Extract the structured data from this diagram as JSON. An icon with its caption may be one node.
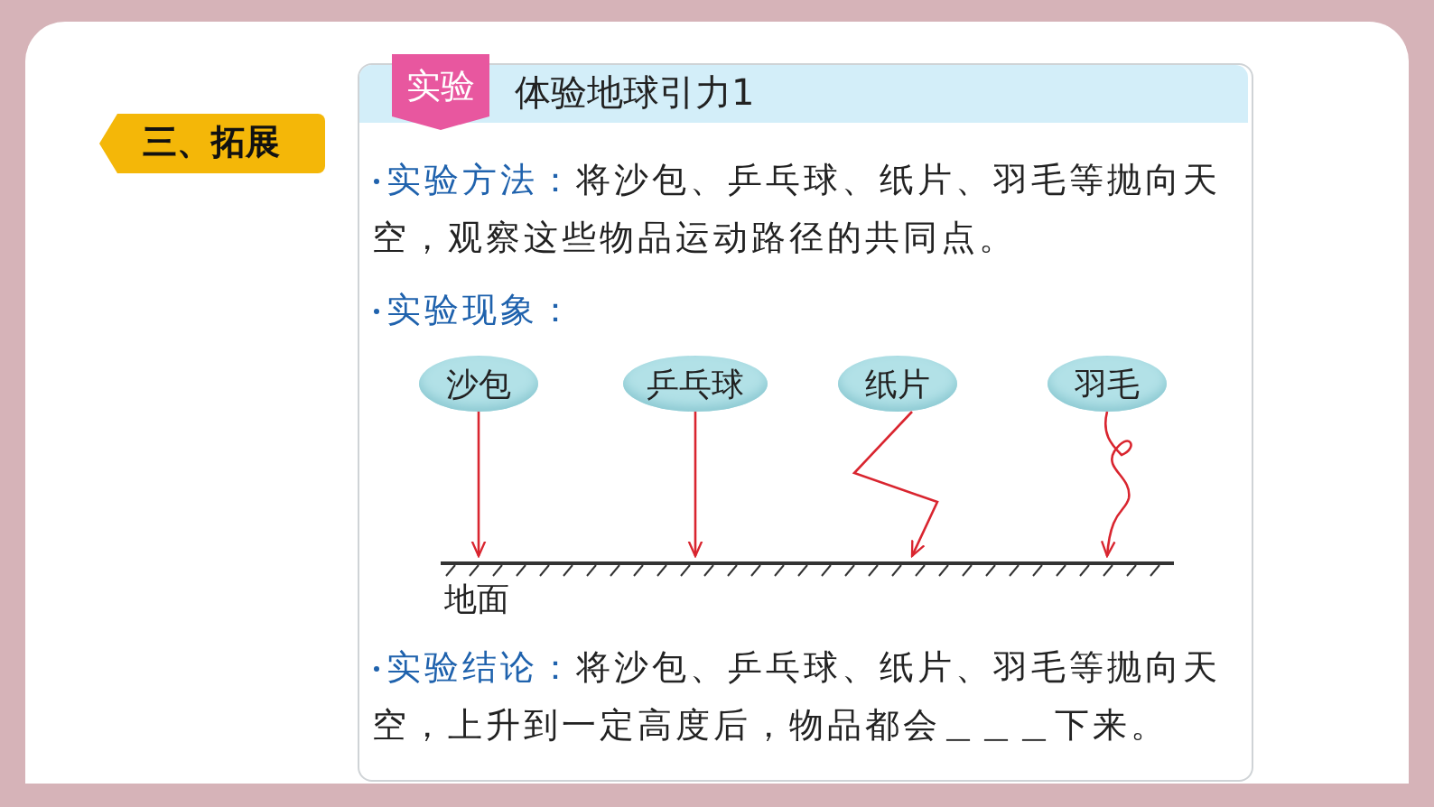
{
  "diagram": {
    "title": "体验地球引力1",
    "nodes": [
      {
        "text": [
          "沙包"
        ]
      },
      {
        "text": [
          "乒乓球"
        ]
      },
      {
        "text": [
          "纸片"
        ]
      },
      {
        "text": [
          "羽毛"
        ]
      },
      {
        "text": [
          "地面"
        ]
      }
    ],
    "edges": [
      {
        "from": 0,
        "to": 4,
        "arrow": "to"
      },
      {
        "from": 1,
        "to": 4,
        "arrow": "to"
      },
      {
        "from": 2,
        "to": 4,
        "arrow": "to"
      },
      {
        "from": 3,
        "to": 4,
        "arrow": "to"
      }
    ],
    "labels": [
      "三、拓展",
      "实验",
      "**实验方法：**将沙包、乒乓球、纸片、羽毛等抛向天空，观察这些物品运动路径的共同点。",
      "**实验现象：**",
      "**实验结论：**将沙包、乒乓球、纸片、羽毛等抛向天空，上升到一定高度后，物品都会＿＿＿下来。"
    ]
  }
}
